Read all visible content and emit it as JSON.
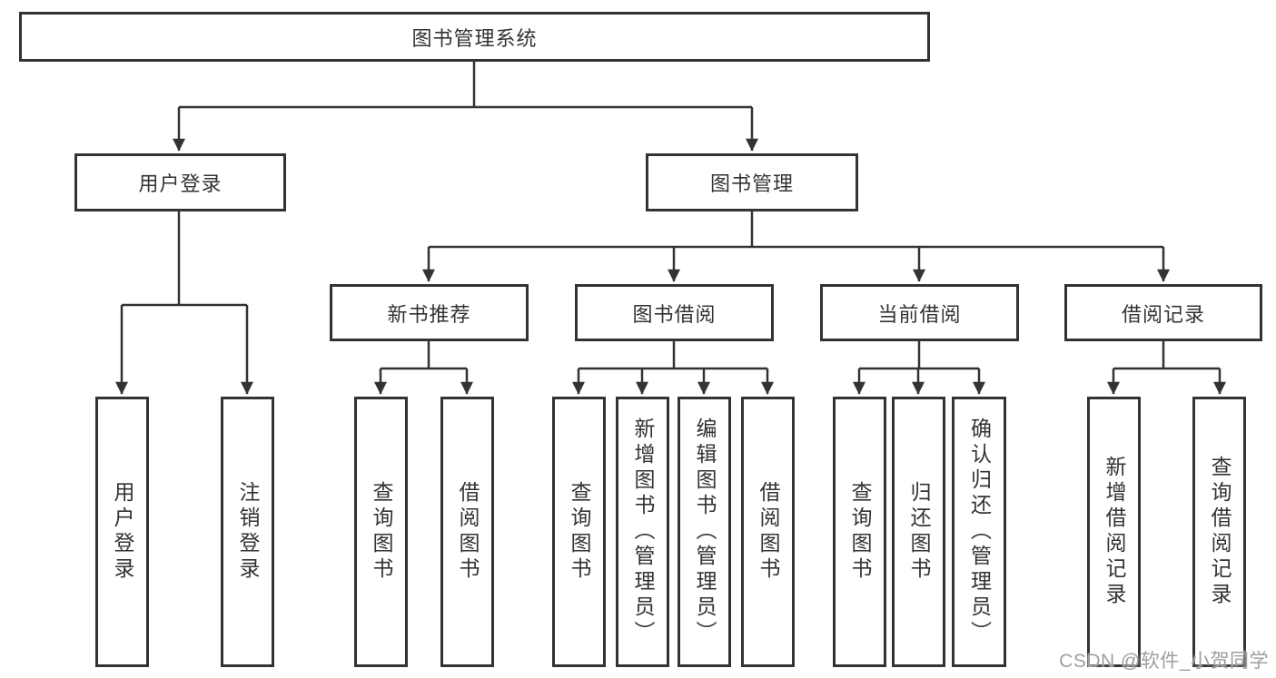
{
  "diagram": {
    "type": "tree",
    "colors": {
      "line": "#333333",
      "box_border": "#333333",
      "text": "#333333",
      "background": "#ffffff",
      "watermark": "#9e9e9e"
    },
    "tree": {
      "label": "图书管理系统",
      "children": [
        {
          "label": "用户登录",
          "children": [
            {
              "label": "用户登录"
            },
            {
              "label": "注销登录"
            }
          ]
        },
        {
          "label": "图书管理",
          "children": [
            {
              "label": "新书推荐",
              "children": [
                {
                  "label": "查询图书"
                },
                {
                  "label": "借阅图书"
                }
              ]
            },
            {
              "label": "图书借阅",
              "children": [
                {
                  "label": "查询图书"
                },
                {
                  "label": "新增图书（管理员）"
                },
                {
                  "label": "编辑图书（管理员）"
                },
                {
                  "label": "借阅图书"
                }
              ]
            },
            {
              "label": "当前借阅",
              "children": [
                {
                  "label": "查询图书"
                },
                {
                  "label": "归还图书"
                },
                {
                  "label": "确认归还（管理员）"
                }
              ]
            },
            {
              "label": "借阅记录",
              "children": [
                {
                  "label": "新增借阅记录"
                },
                {
                  "label": "查询借阅记录"
                }
              ]
            }
          ]
        }
      ]
    },
    "watermark": {
      "text": "CSDN @软件_小贺同学"
    }
  }
}
